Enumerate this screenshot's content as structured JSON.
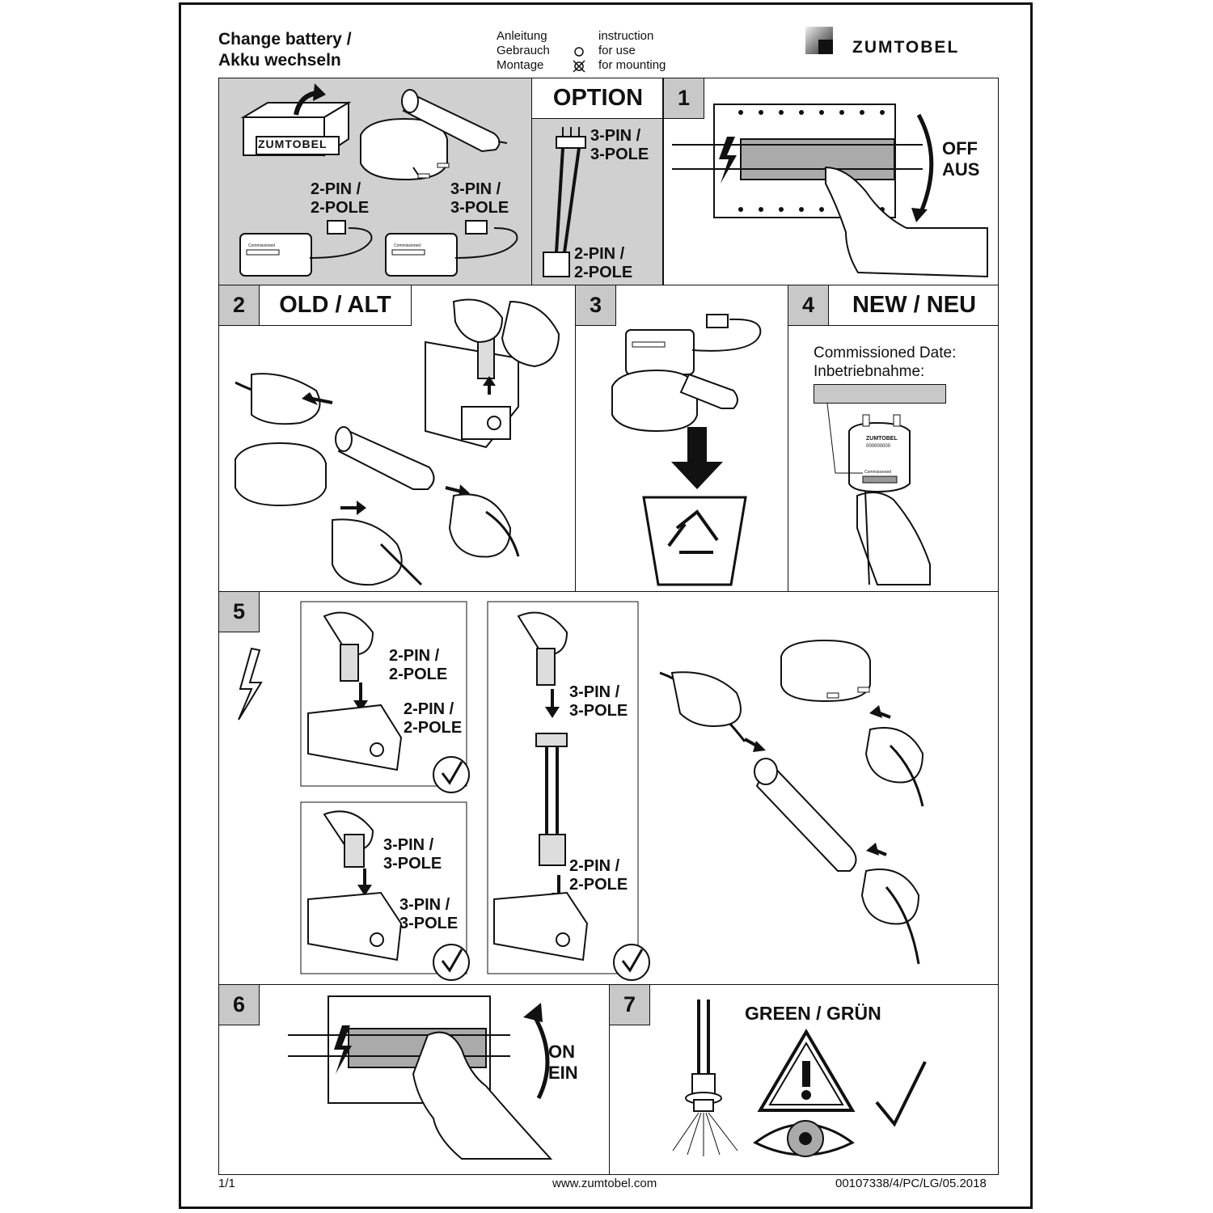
{
  "header": {
    "title_line1": "Change battery /",
    "title_line2": "Akku wechseln",
    "legend_de": [
      "Anleitung",
      "Gebrauch",
      "Montage"
    ],
    "legend_en": [
      "instruction",
      "for use",
      "for mounting"
    ],
    "brand": "ZUMTOBEL"
  },
  "overview": {
    "box_label": "ZUMTOBEL",
    "connector_2pin": "2-PIN /\n2-POLE",
    "connector_3pin": "3-PIN /\n3-POLE",
    "device_label": "Commissioned"
  },
  "option": {
    "title": "OPTION",
    "top_label": "3-PIN /\n3-POLE",
    "bottom_label": "2-PIN /\n2-POLE"
  },
  "steps": {
    "s1": {
      "num": "1",
      "label_line1": "OFF",
      "label_line2": "AUS"
    },
    "s2": {
      "num": "2",
      "title": "OLD / ALT"
    },
    "s3": {
      "num": "3"
    },
    "s4": {
      "num": "4",
      "title": "NEW / NEU",
      "text_line1": "Commissioned Date:",
      "text_line2": "Inbetriebnahme:",
      "brand": "ZUMTOBEL",
      "serial": "000000000",
      "commissioned": "Commissioned"
    },
    "s5": {
      "num": "5",
      "a_label1": "2-PIN /\n2-POLE",
      "a_label2": "2-PIN /\n2-POLE",
      "b_label1": "3-PIN /\n3-POLE",
      "b_label2": "3-PIN /\n3-POLE",
      "c_label1": "3-PIN /\n3-POLE",
      "c_label2": "2-PIN /\n2-POLE"
    },
    "s6": {
      "num": "6",
      "label_line1": "ON",
      "label_line2": "EIN"
    },
    "s7": {
      "num": "7",
      "title": "GREEN / GRÜN"
    }
  },
  "footer": {
    "page": "1/1",
    "url": "www.zumtobel.com",
    "doc_code": "00107338/4/PC/LG/05.2018"
  }
}
